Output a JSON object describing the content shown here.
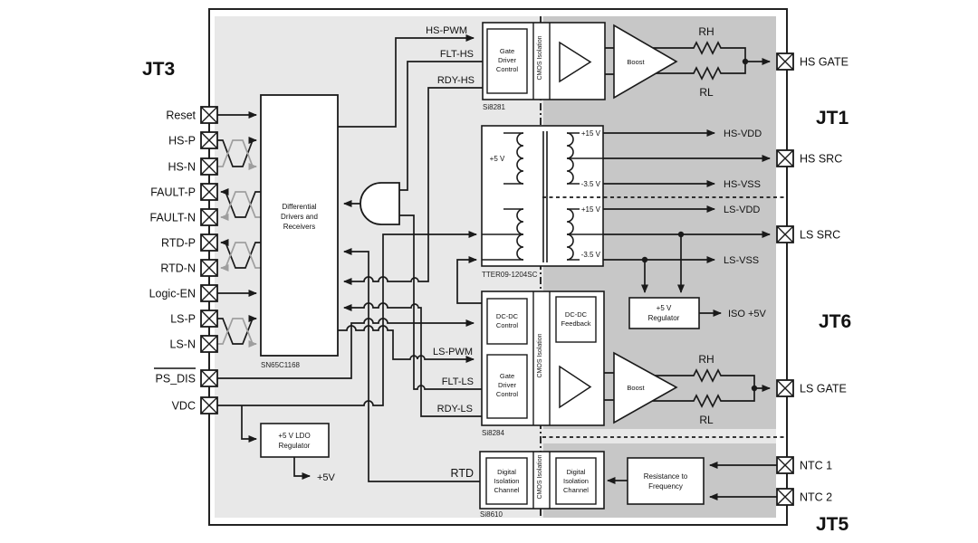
{
  "labels": {
    "jt3": "JT3",
    "jt1": "JT1",
    "jt6": "JT6",
    "jt5": "JT5"
  },
  "left_terminals": [
    {
      "label": "Reset"
    },
    {
      "label": "HS-P"
    },
    {
      "label": "HS-N"
    },
    {
      "label": "FAULT-P"
    },
    {
      "label": "FAULT-N"
    },
    {
      "label": "RTD-P"
    },
    {
      "label": "RTD-N"
    },
    {
      "label": "Logic-EN"
    },
    {
      "label": "LS-P"
    },
    {
      "label": "LS-N"
    },
    {
      "label": "PS_DIS"
    },
    {
      "label": "VDC"
    }
  ],
  "right_terminals": [
    {
      "label": "HS GATE"
    },
    {
      "label": "HS SRC"
    },
    {
      "label": "LS SRC"
    },
    {
      "label": "LS GATE"
    },
    {
      "label": "NTC 1"
    },
    {
      "label": "NTC 2"
    }
  ],
  "signals": {
    "hs_pwm": "HS-PWM",
    "flt_hs": "FLT-HS",
    "rdy_hs": "RDY-HS",
    "ls_pwm": "LS-PWM",
    "flt_ls": "FLT-LS",
    "rdy_ls": "RDY-LS",
    "rtd": "RTD",
    "hs_vdd": "HS-VDD",
    "hs_vss": "HS-VSS",
    "ls_vdd": "LS-VDD",
    "ls_vss": "LS-VSS",
    "iso_5v": "ISO +5V",
    "p5v": "+5V"
  },
  "blocks": {
    "diff_driver": {
      "l1": "Differential",
      "l2": "Drivers and",
      "l3": "Receivers",
      "part": "SN65C1168"
    },
    "gate_driver": {
      "l1": "Gate",
      "l2": "Driver",
      "l3": "Control"
    },
    "part_hs": "Si8281",
    "part_ls": "Si8284",
    "cmos_isolation": "CMOS Isolation",
    "dcdc_control": {
      "l1": "DC-DC",
      "l2": "Control"
    },
    "dcdc_feedback": {
      "l1": "DC-DC",
      "l2": "Feedback"
    },
    "digital_iso": {
      "l1": "Digital",
      "l2": "Isolation",
      "l3": "Channel"
    },
    "digital_iso_part": "Si8610",
    "r2f": {
      "l1": "Resistance to",
      "l2": "Frequency"
    },
    "reg_iso": {
      "l1": "+5 V",
      "l2": "Regulator"
    },
    "reg_ldo": {
      "l1": "+5 V LDO",
      "l2": "Regulator"
    },
    "boost": "Boost",
    "transformer": {
      "part": "TTER09-1204SC",
      "primary": "+5 V",
      "p15": "+15 V",
      "n35": "-3.5 V"
    }
  },
  "resistors": {
    "rh": "RH",
    "rl": "RL"
  },
  "colors": {
    "region_light": "#e8e8e8",
    "region_dark": "#c7c7c7",
    "line": "#1a1a1a",
    "line_gray": "#9e9e9e"
  }
}
